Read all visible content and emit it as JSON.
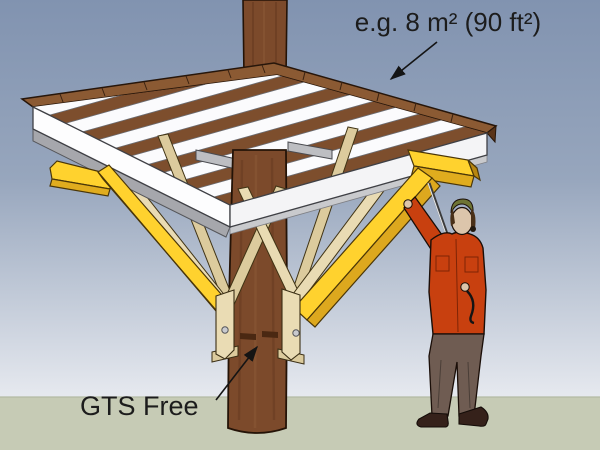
{
  "annotations": {
    "area_note": "e.g. 8 m² (90 ft²)",
    "product_label": "GTS Free"
  },
  "scene": {
    "type": "3d-illustration",
    "elements": [
      "sky",
      "ground",
      "tree-trunk",
      "platform-deck",
      "deck-joists",
      "fascia-rim",
      "tan-braces",
      "yellow-braces",
      "trunk-bracket",
      "worker-figure",
      "survey-pole"
    ],
    "colors": {
      "sky_top": "#8193B0",
      "sky_bottom": "#E6E9EF",
      "ground": "#C6CBB5",
      "trunk": "#7C4A2B",
      "deck_top": "#8B5A33",
      "fascia_white": "#FDFDFE",
      "beam_tan": "#E9DBB3",
      "brace_yellow": "#FFD22E",
      "shirt_red": "#C8400F",
      "pants_brown": "#6F5C52",
      "annotation_text": "#1C1C1C"
    }
  }
}
